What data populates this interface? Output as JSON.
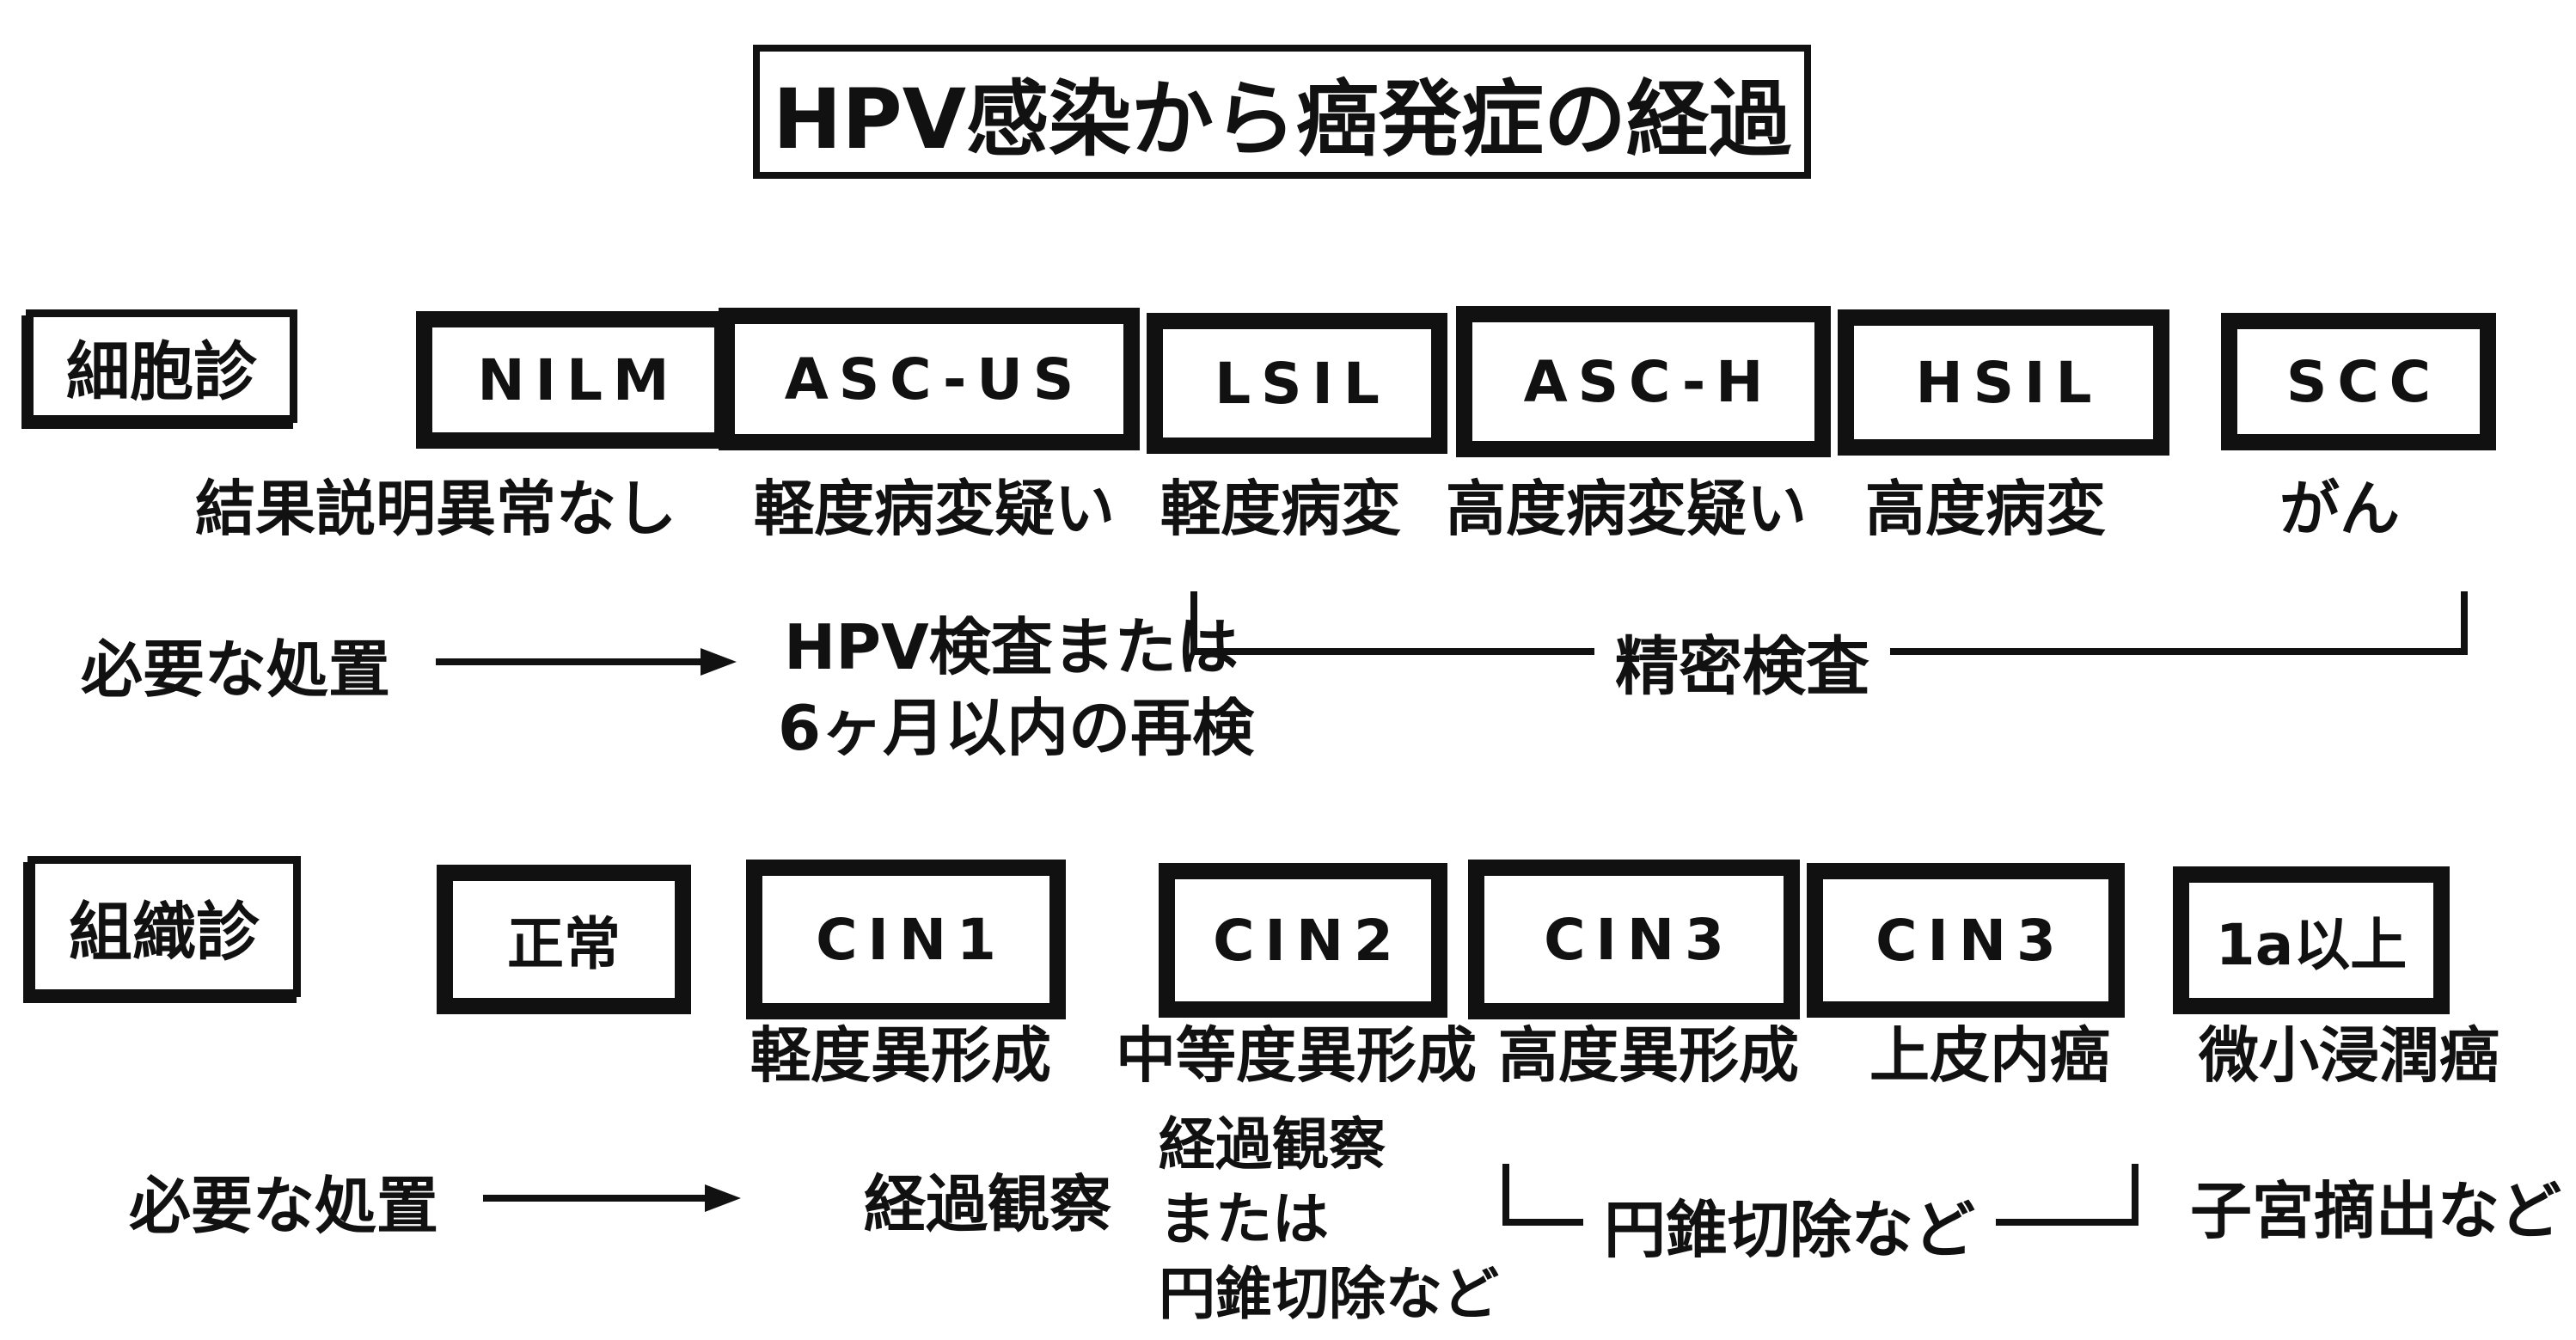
{
  "title": "HPV感染から癌発症の経過",
  "colors": {
    "ink": "#111111",
    "background": "#ffffff"
  },
  "cytology": {
    "row_label": "細胞診",
    "boxes": [
      "NILM",
      "ASC-US",
      "LSIL",
      "ASC-H",
      "HSIL",
      "SCC"
    ],
    "results_row_label": "結果説明",
    "results": [
      "異常なし",
      "軽度病変疑い",
      "軽度病変",
      "高度病変疑い",
      "高度病変",
      "がん"
    ],
    "treatment_row_label": "必要な処置",
    "treatment_nilm_ascus_line1": "HPV検査または",
    "treatment_nilm_ascus_line2": "6ヶ月以内の再検",
    "bracket_label": "精密検査"
  },
  "histology": {
    "row_label": "組織診",
    "boxes": [
      "正常",
      "CIN1",
      "CIN2",
      "CIN3",
      "CIN3",
      "1a以上"
    ],
    "results": [
      "軽度異形成",
      "中等度異形成",
      "高度異形成",
      "上皮内癌",
      "微小浸潤癌"
    ],
    "treatment_row_label": "必要な処置",
    "treatment_cin1": "経過観察",
    "treatment_cin2_lines": [
      "経過観察",
      "または",
      "円錐切除など"
    ],
    "bracket_label": "円錐切除など",
    "treatment_1a": "子宮摘出など"
  }
}
